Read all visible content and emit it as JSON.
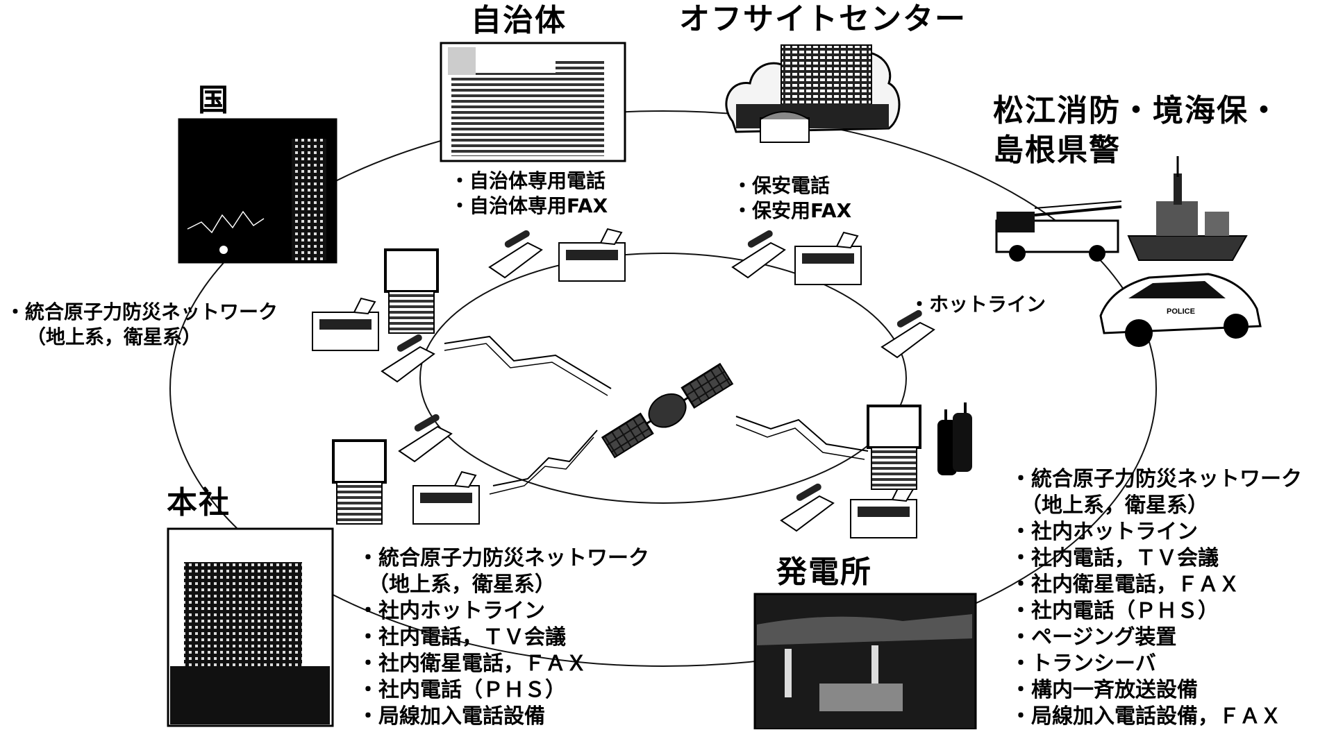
{
  "nodes": {
    "kuni": {
      "title": "国"
    },
    "jichitai": {
      "title": "自治体"
    },
    "offsite": {
      "title": "オフサイトセンター"
    },
    "matsue": {
      "title_line1": "松江消防・境海保・",
      "title_line2": "島根県警"
    },
    "honsha": {
      "title": "本社"
    },
    "hatsudensho": {
      "title": "発電所"
    }
  },
  "lists": {
    "jichitai": [
      "・自治体専用電話",
      "・自治体専用FAX"
    ],
    "offsite": [
      "・保安電話",
      "・保安用FAX"
    ],
    "kuni": [
      "・統合原子力防災ネットワーク",
      "（地上系，衛星系）"
    ],
    "hotline": [
      "・ホットライン"
    ],
    "honsha": [
      "・統合原子力防災ネットワーク",
      "（地上系，衛星系）",
      "・社内ホットライン",
      "・社内電話，ＴＶ会議",
      "・社内衛星電話，ＦＡＸ",
      "・社内電話（ＰＨＳ）",
      "・局線加入電話設備"
    ],
    "hatsudensho": [
      "・統合原子力防災ネットワーク",
      "（地上系，衛星系）",
      "・社内ホットライン",
      "・社内電話，ＴＶ会議",
      "・社内衛星電話，ＦＡＸ",
      "・社内電話（ＰＨＳ）",
      "・ページング装置",
      "・トランシーバ",
      "・構内一斉放送設備",
      "・局線加入電話設備，ＦＡＸ"
    ]
  },
  "police_car_text": "POLICE",
  "colors": {
    "ink": "#000000",
    "paper": "#ffffff",
    "gray": "#8a8a8a"
  }
}
